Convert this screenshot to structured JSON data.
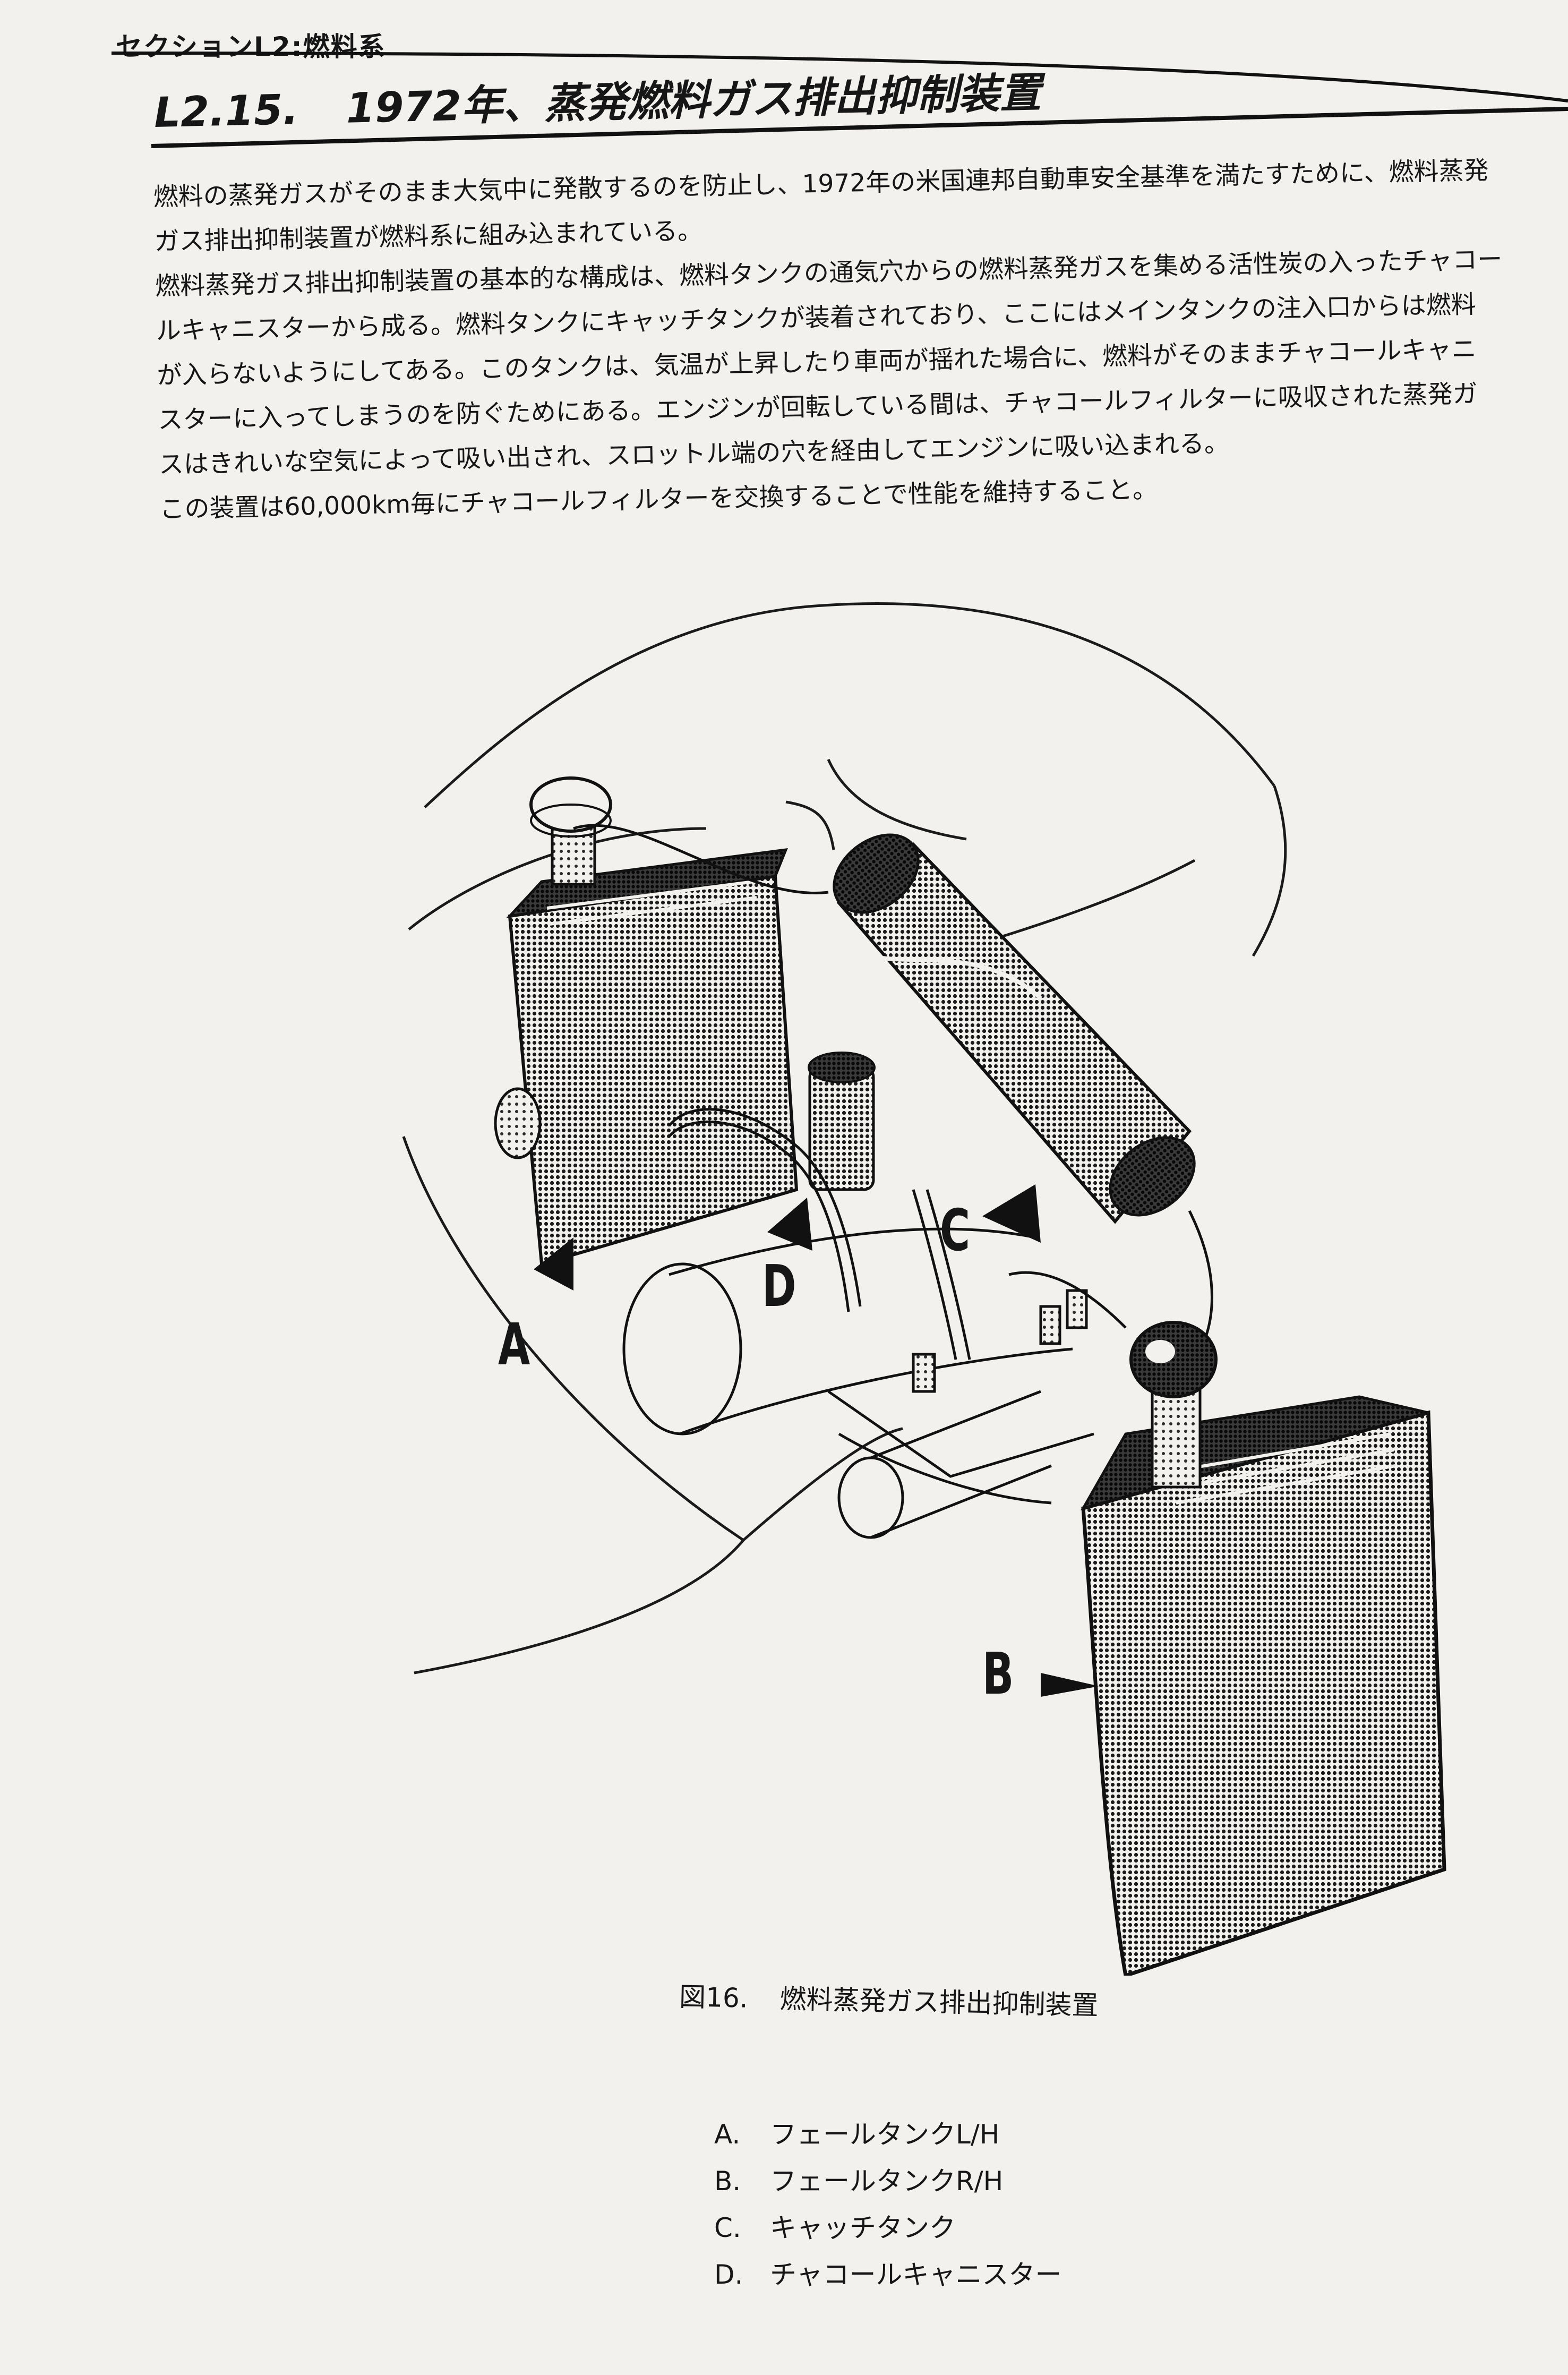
{
  "header": {
    "section": "セクションL2:燃料系"
  },
  "title": {
    "number": "L2.15.",
    "text": "1972年、蒸発燃料ガス排出抑制装置"
  },
  "body_lines": [
    "燃料の蒸発ガスがそのまま大気中に発散するのを防止し、1972年の米国連邦自動車安全基準を満たすために、燃料蒸発",
    "ガス排出抑制装置が燃料系に組み込まれている。",
    "燃料蒸発ガス排出抑制装置の基本的な構成は、燃料タンクの通気穴からの燃料蒸発ガスを集める活性炭の入ったチャコー",
    "ルキャニスターから成る。燃料タンクにキャッチタンクが装着されており、ここにはメインタンクの注入口からは燃料",
    "が入らないようにしてある。このタンクは、気温が上昇したり車両が揺れた場合に、燃料がそのままチャコールキャニ",
    "スターに入ってしまうのを防ぐためにある。エンジンが回転している間は、チャコールフィルターに吸収された蒸発ガ",
    "スはきれいな空気によって吸い出され、スロットル端の穴を経由してエンジンに吸い込まれる。",
    "この装置は60,000km毎にチャコールフィルターを交換することで性能を維持すること。"
  ],
  "figure": {
    "callouts": {
      "a": "A",
      "b": "B",
      "c": "C",
      "d": "D"
    },
    "caption_no": "図16.",
    "caption_text": "燃料蒸発ガス排出抑制装置"
  },
  "legend": [
    {
      "letter": "A.",
      "text": "フェールタンクL/H"
    },
    {
      "letter": "B.",
      "text": "フェールタンクR/H"
    },
    {
      "letter": "C.",
      "text": "キャッチタンク"
    },
    {
      "letter": "D.",
      "text": "チャコールキャニスター"
    }
  ]
}
